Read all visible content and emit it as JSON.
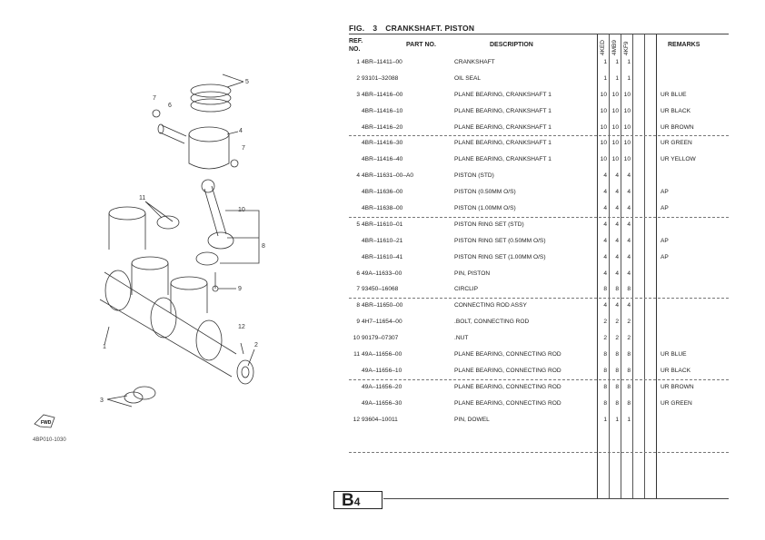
{
  "figure": {
    "prefix": "FIG.",
    "number": "3",
    "title": "CRANKSHAFT. PISTON"
  },
  "headers": {
    "ref_no": "REF. NO.",
    "part_no": "PART NO.",
    "description": "DESCRIPTION",
    "models": [
      "4KED",
      "4MB9",
      "4KF9"
    ],
    "remarks": "REMARKS"
  },
  "rows": [
    {
      "ref": "1",
      "part": "4BR–11411–00",
      "desc": "CRANKSHAFT",
      "qty": [
        "1",
        "1",
        "1"
      ],
      "remarks": ""
    },
    {
      "ref": "2",
      "part": "93101–32088",
      "desc": "OIL SEAL",
      "qty": [
        "1",
        "1",
        "1"
      ],
      "remarks": ""
    },
    {
      "ref": "3",
      "part": "4BR–11416–00",
      "desc": "PLANE BEARING, CRANKSHAFT 1",
      "qty": [
        "10",
        "10",
        "10"
      ],
      "remarks": "UR BLUE"
    },
    {
      "ref": "",
      "part": "4BR–11416–10",
      "desc": "PLANE BEARING, CRANKSHAFT 1",
      "qty": [
        "10",
        "10",
        "10"
      ],
      "remarks": "UR BLACK"
    },
    {
      "ref": "",
      "part": "4BR–11416–20",
      "desc": "PLANE BEARING, CRANKSHAFT 1",
      "qty": [
        "10",
        "10",
        "10"
      ],
      "remarks": "UR BROWN"
    },
    {
      "ref": "",
      "part": "4BR–11416–30",
      "desc": "PLANE BEARING, CRANKSHAFT 1",
      "qty": [
        "10",
        "10",
        "10"
      ],
      "remarks": "UR GREEN"
    },
    {
      "ref": "",
      "part": "4BR–11416–40",
      "desc": "PLANE BEARING, CRANKSHAFT 1",
      "qty": [
        "10",
        "10",
        "10"
      ],
      "remarks": "UR YELLOW"
    },
    {
      "ref": "4",
      "part": "4BR–11631–00–A0",
      "desc": "PISTON (STD)",
      "qty": [
        "4",
        "4",
        "4"
      ],
      "remarks": ""
    },
    {
      "ref": "",
      "part": "4BR–11636–00",
      "desc": "PISTON (0.50MM O/S)",
      "qty": [
        "4",
        "4",
        "4"
      ],
      "remarks": "AP"
    },
    {
      "ref": "",
      "part": "4BR–11638–00",
      "desc": "PISTON (1.00MM O/S)",
      "qty": [
        "4",
        "4",
        "4"
      ],
      "remarks": "AP"
    },
    {
      "ref": "5",
      "part": "4BR–11610–01",
      "desc": "PISTON RING SET (STD)",
      "qty": [
        "4",
        "4",
        "4"
      ],
      "remarks": ""
    },
    {
      "ref": "",
      "part": "4BR–11610–21",
      "desc": "PISTON RING SET (0.50MM O/S)",
      "qty": [
        "4",
        "4",
        "4"
      ],
      "remarks": "AP"
    },
    {
      "ref": "",
      "part": "4BR–11610–41",
      "desc": "PISTON RING SET (1.00MM O/S)",
      "qty": [
        "4",
        "4",
        "4"
      ],
      "remarks": "AP"
    },
    {
      "ref": "6",
      "part": "49A–11633–00",
      "desc": "PIN, PISTON",
      "qty": [
        "4",
        "4",
        "4"
      ],
      "remarks": ""
    },
    {
      "ref": "7",
      "part": "93450–16068",
      "desc": "CIRCLIP",
      "qty": [
        "8",
        "8",
        "8"
      ],
      "remarks": ""
    },
    {
      "ref": "8",
      "part": "4BR–11650–00",
      "desc": "CONNECTING ROD ASSY",
      "qty": [
        "4",
        "4",
        "4"
      ],
      "remarks": ""
    },
    {
      "ref": "9",
      "part": "4H7–11654–00",
      "desc": ".BOLT, CONNECTING ROD",
      "qty": [
        "2",
        "2",
        "2"
      ],
      "remarks": ""
    },
    {
      "ref": "10",
      "part": "90179–07307",
      "desc": ".NUT",
      "qty": [
        "2",
        "2",
        "2"
      ],
      "remarks": ""
    },
    {
      "ref": "11",
      "part": "49A–11656–00",
      "desc": "PLANE BEARING, CONNECTING ROD",
      "qty": [
        "8",
        "8",
        "8"
      ],
      "remarks": "UR BLUE"
    },
    {
      "ref": "",
      "part": "49A–11656–10",
      "desc": "PLANE BEARING, CONNECTING ROD",
      "qty": [
        "8",
        "8",
        "8"
      ],
      "remarks": "UR BLACK"
    },
    {
      "ref": "",
      "part": "49A–11656–20",
      "desc": "PLANE BEARING, CONNECTING ROD",
      "qty": [
        "8",
        "8",
        "8"
      ],
      "remarks": "UR BROWN"
    },
    {
      "ref": "",
      "part": "49A–11656–30",
      "desc": "PLANE BEARING, CONNECTING ROD",
      "qty": [
        "8",
        "8",
        "8"
      ],
      "remarks": "UR GREEN"
    },
    {
      "ref": "12",
      "part": "93604–10011",
      "desc": "PIN, DOWEL",
      "qty": [
        "1",
        "1",
        "1"
      ],
      "remarks": ""
    }
  ],
  "page_label": {
    "letter": "B",
    "number": "4"
  },
  "diagram": {
    "code": "4BP010-1030",
    "fwd_label": "FWD",
    "callouts": [
      "1",
      "2",
      "3",
      "4",
      "5",
      "6",
      "7",
      "7",
      "8",
      "9",
      "10",
      "11",
      "12"
    ]
  }
}
